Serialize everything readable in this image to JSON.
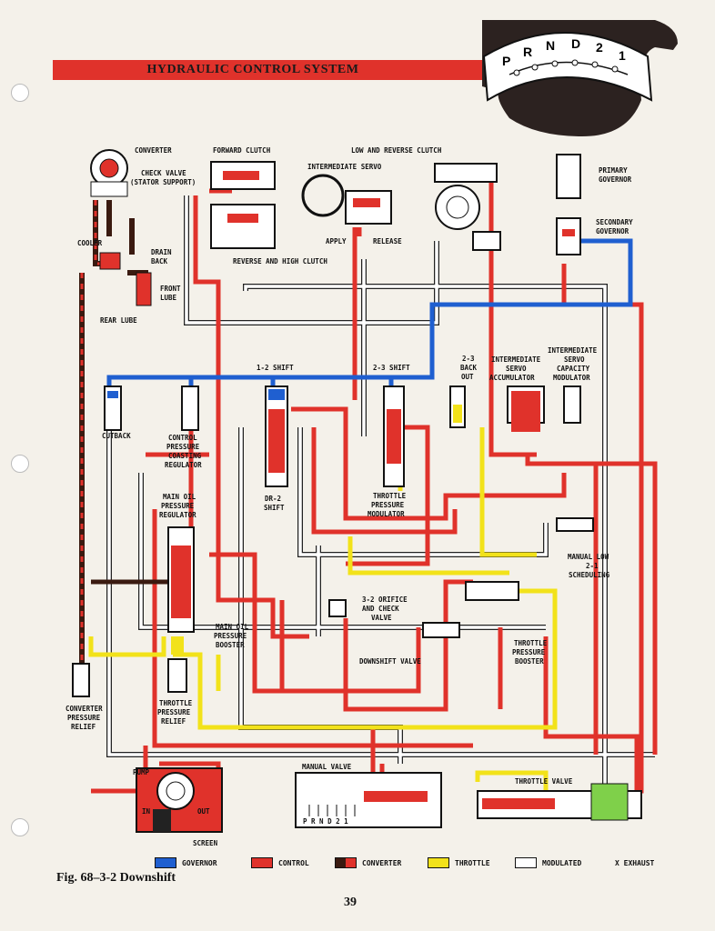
{
  "header": {
    "title": "HYDRAULIC CONTROL SYSTEM",
    "selector_letters": [
      "P",
      "R",
      "N",
      "D",
      "2",
      "1"
    ]
  },
  "labels": {
    "converter": "CONVERTER",
    "forward_clutch": "FORWARD CLUTCH",
    "low_reverse_clutch": "LOW AND REVERSE CLUTCH",
    "intermediate_servo": "INTERMEDIATE SERVO",
    "check_valve": "CHECK VALVE",
    "stator_support": "(STATOR SUPPORT)",
    "primary_governor": "PRIMARY",
    "primary_governor2": "GOVERNOR",
    "secondary_governor": "SECONDARY",
    "secondary_governor2": "GOVERNOR",
    "cooler": "COOLER",
    "drain": "DRAIN",
    "back": "BACK",
    "front": "FRONT",
    "lube": "LUBE",
    "rear_lube": "REAR LUBE",
    "apply": "APPLY",
    "release": "RELEASE",
    "reverse_high_clutch": "REVERSE AND HIGH CLUTCH",
    "shift_12": "1-2 SHIFT",
    "shift_23": "2-3 SHIFT",
    "backout_1": "2-3",
    "backout_2": "BACK",
    "backout_3": "OUT",
    "int_servo_acc_1": "INTERMEDIATE",
    "int_servo_acc_2": "SERVO",
    "int_servo_acc_3": "ACCUMULATOR",
    "int_servo_mod_1": "INTERMEDIATE",
    "int_servo_mod_2": "SERVO",
    "int_servo_mod_3": "CAPACITY",
    "int_servo_mod_4": "MODULATOR",
    "cutback": "CUTBACK",
    "control_pressure_1": "CONTROL",
    "control_pressure_2": "PRESSURE",
    "control_pressure_3": "COASTING",
    "control_pressure_4": "REGULATOR",
    "main_oil_1": "MAIN OIL",
    "main_oil_2": "PRESSURE",
    "main_oil_3": "REGULATOR",
    "dr2_1": "DR-2",
    "dr2_2": "SHIFT",
    "throttle_mod_1": "THROTTLE",
    "throttle_mod_2": "PRESSURE",
    "throttle_mod_3": "MODULATOR",
    "manual_low_1": "MANUAL LOW",
    "manual_low_2": "2-1",
    "manual_low_3": "SCHEDULING",
    "orifice_1": "3-2 ORIFICE",
    "orifice_2": "AND CHECK",
    "orifice_3": "VALVE",
    "main_booster_1": "MAIN OIL",
    "main_booster_2": "PRESSURE",
    "main_booster_3": "BOOSTER",
    "downshift_valve": "DOWNSHIFT VALVE",
    "throttle_booster_1": "THROTTLE",
    "throttle_booster_2": "PRESSURE",
    "throttle_booster_3": "BOOSTER",
    "conv_relief_1": "CONVERTER",
    "conv_relief_2": "PRESSURE",
    "conv_relief_3": "RELIEF",
    "throttle_relief_1": "THROTTLE",
    "throttle_relief_2": "PRESSURE",
    "throttle_relief_3": "RELIEF",
    "pump": "PUMP",
    "in": "IN",
    "out": "OUT",
    "screen": "SCREEN",
    "manual_valve": "MANUAL VALVE",
    "manual_positions": "P R N D 2 1",
    "throttle_valve": "THROTTLE VALVE"
  },
  "legend": [
    {
      "label": "GOVERNOR",
      "color": "#1f5fd0"
    },
    {
      "label": "CONTROL",
      "color": "#e0322b"
    },
    {
      "label": "CONVERTER",
      "color": "#e0322b"
    },
    {
      "label": "THROTTLE",
      "color": "#f2e21a"
    },
    {
      "label": "MODULATED",
      "color": "#ffffff"
    }
  ],
  "exhaust_legend": "X  EXHAUST",
  "caption": "Fig. 68–3-2 Downshift",
  "page_number": "39",
  "colors": {
    "control": "#e0322b",
    "governor": "#1f5fd0",
    "throttle": "#f2e21a",
    "converter_dark": "#3a1a10",
    "modulated": "#ffffff",
    "green": "#7fd04a"
  }
}
